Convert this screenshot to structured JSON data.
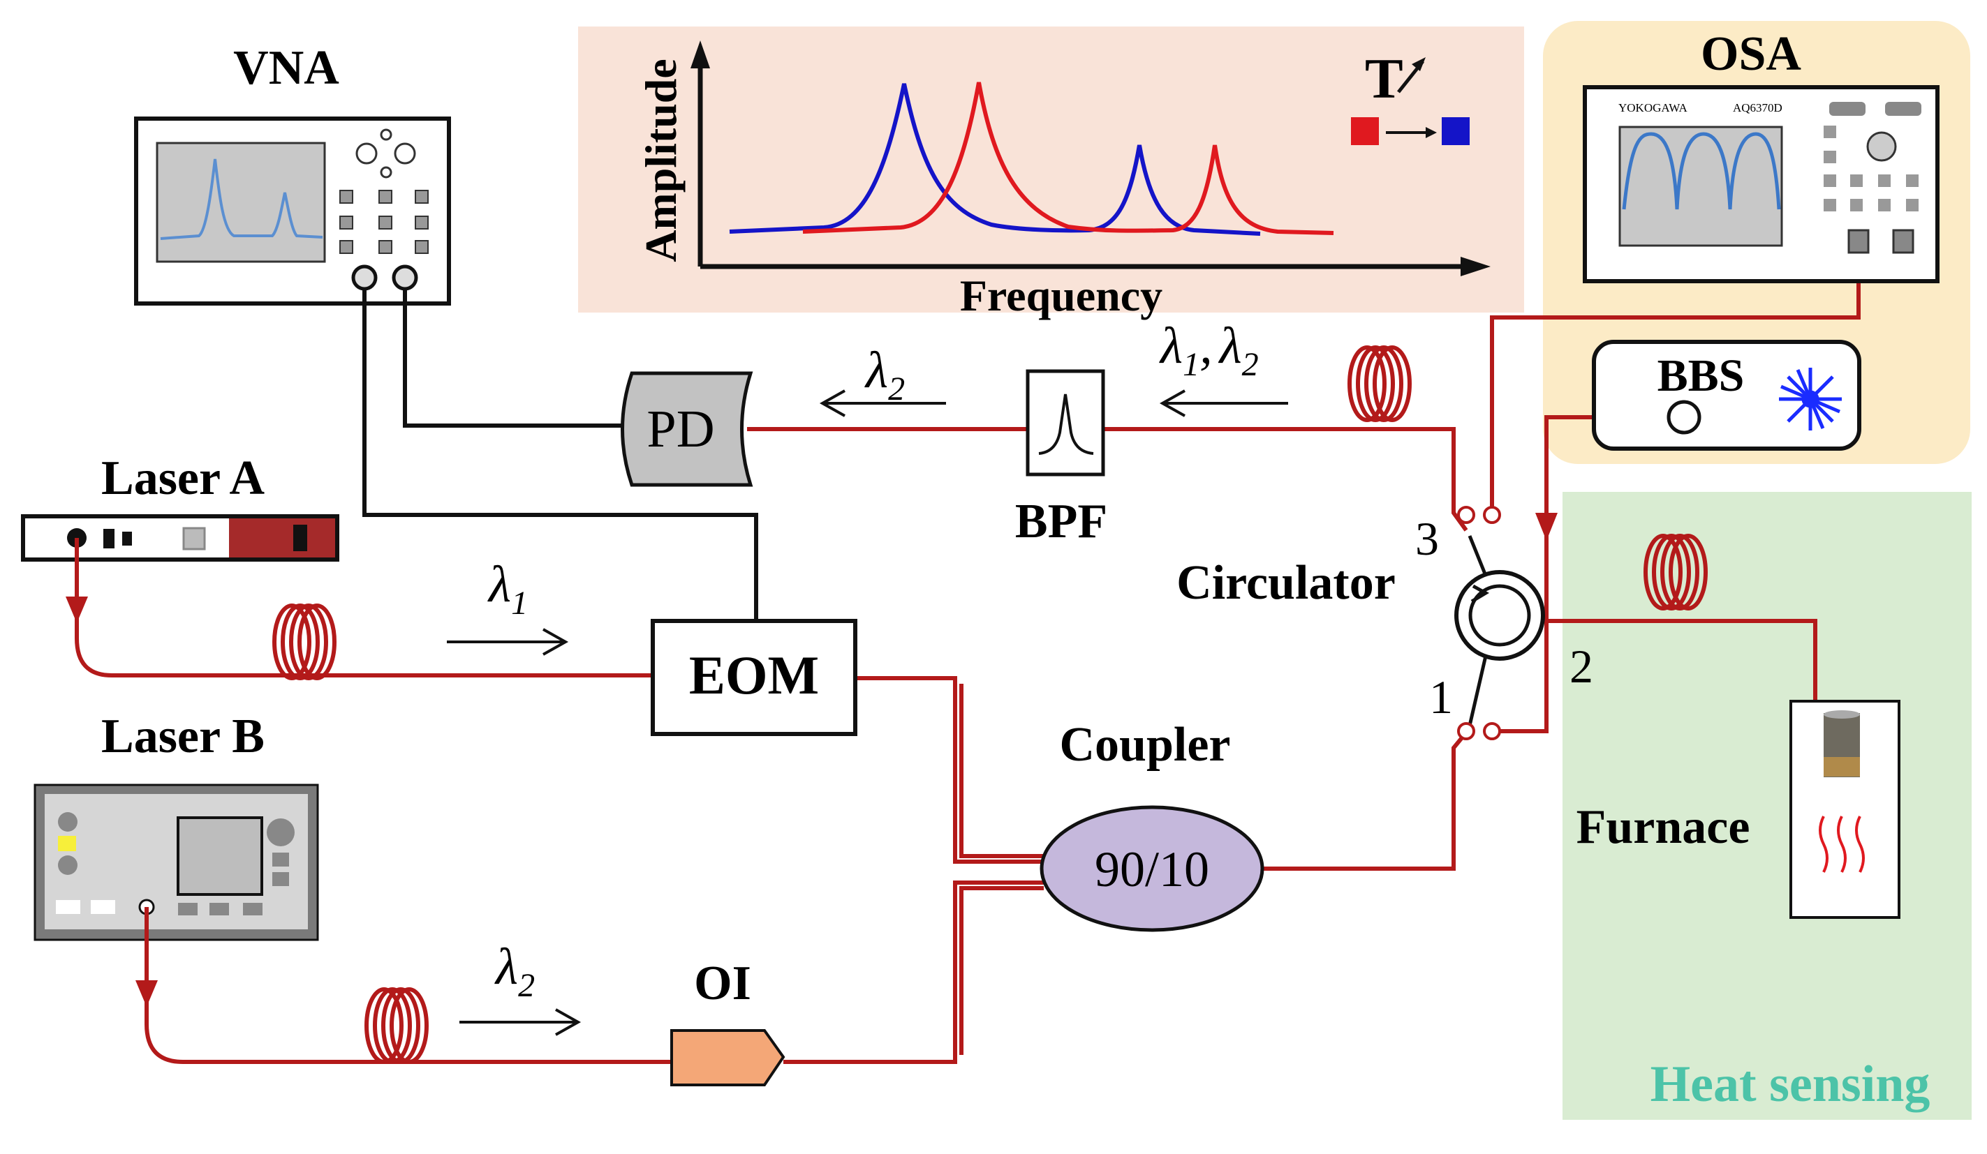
{
  "labels": {
    "vna": "VNA",
    "osa": "OSA",
    "laser_a": "Laser A",
    "laser_b": "Laser B",
    "pd": "PD",
    "bpf": "BPF",
    "eom": "EOM",
    "coupler": "Coupler",
    "coupler_ratio": "90/10",
    "circulator": "Circulator",
    "bbs": "BBS",
    "oi": "OI",
    "furnace": "Furnace",
    "heat_sensing": "Heat sensing",
    "port1": "1",
    "port2": "2",
    "port3": "3",
    "osa_brand": "YOKOGAWA",
    "osa_model": "AQ6370D"
  },
  "inset": {
    "ylabel": "Amplitude",
    "xlabel": "Frequency",
    "temp_symbol": "T",
    "colors": {
      "red": "#e0191f",
      "blue": "#1414c8"
    }
  },
  "wavelengths": {
    "l1": "λ",
    "l1_sub": "1",
    "l2": "λ",
    "l2_sub": "2",
    "comma": ","
  },
  "colors": {
    "fiber": "#b31a1a",
    "inset_bg": "#f9e3d8",
    "osa_bg": "#fcebc6",
    "heat_bg": "#d9ecd2",
    "heat_text": "#4cc3a8",
    "coupler_fill": "#c5b8dc",
    "pd_fill": "#c2c2c2",
    "oi_fill": "#f4a777",
    "laser_star": "#1a2cff"
  }
}
